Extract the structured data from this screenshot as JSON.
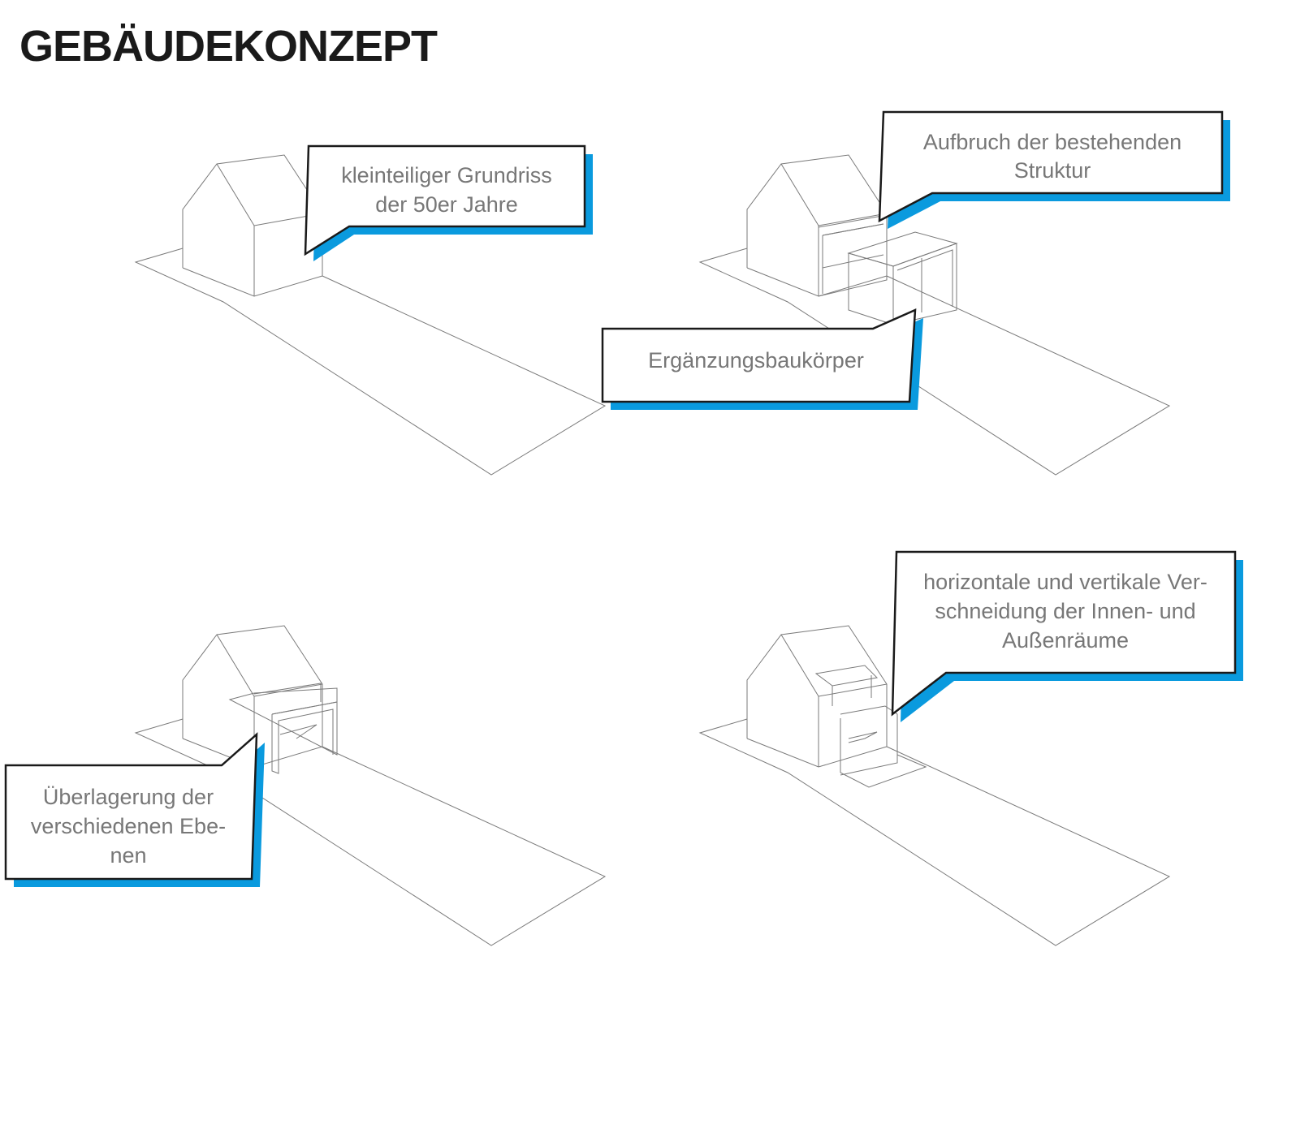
{
  "title": "GEBÄUDEKONZEPT",
  "accent_color": "#0a9ade",
  "panels": [
    {
      "callout": [
        "kleinteiliger Grundriss",
        "der 50er Jahre"
      ]
    },
    {
      "callout": [
        "Aufbruch der bestehenden",
        "Struktur"
      ],
      "callout2": [
        "Ergänzungsbaukörper"
      ]
    },
    {
      "callout": [
        "Überlagerung der",
        "verschiedenen Ebe-",
        "nen"
      ]
    },
    {
      "callout": [
        "horizontale und vertikale Ver-",
        "schneidung der Innen- und",
        "Außenräume"
      ]
    }
  ]
}
